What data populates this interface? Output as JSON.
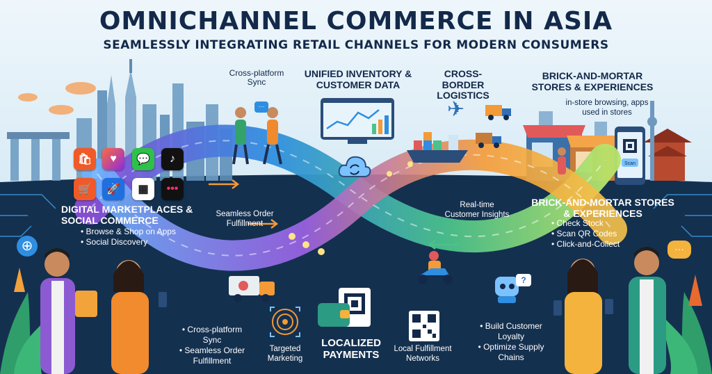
{
  "header": {
    "title": "OMNICHANNEL COMMERCE IN ASIA",
    "subtitle": "SEAMLESSLY INTEGRATING RETAIL CHANNELS FOR MODERN CONSUMERS"
  },
  "top": {
    "cross_platform_sync": "Cross-platform Sync",
    "unified_inventory": "UNIFIED INVENTORY & CUSTOMER DATA",
    "cross_border": "CROSS-BORDER LOGISTICS",
    "brick_top": "BRICK-AND-MORTAR STORES & EXPERIENCES",
    "brick_top_note": "in-store browsing, apps used in stores"
  },
  "qr_scan_label": "Scan",
  "left": {
    "heading": "DIGITAL MARKETPLACES & SOCIAL COMMERCE",
    "bullets": [
      "Browse & Shop on Apps",
      "Social Discovery"
    ]
  },
  "center": {
    "seamless_order": "Seamless Order Fulfillment",
    "realtime": "Real-time Customer Insights"
  },
  "right": {
    "heading": "BRICK-AND-MORTAR STORES & EXPERIENCES",
    "bullets": [
      "Check Stock",
      "Scan QR Codes",
      "Click-and-Collect"
    ]
  },
  "bottom": {
    "cross_platform_sync": "Cross-platform Sync",
    "seamless_order": "Seamless Order Fulfillment",
    "targeted": "Targeted Marketing",
    "localized": "LOCALIZED PAYMENTS",
    "local_fulfillment": "Local Fulfillment Networks",
    "build_loyalty": "Build Customer Loyalty",
    "optimize_supply": "Optimize Supply Chains"
  },
  "colors": {
    "navy": "#13294a",
    "flow_blue": "#2f8ee0",
    "flow_purple": "#8a4fd6",
    "flow_green": "#4cc28a",
    "flow_orange": "#f49a36"
  },
  "icons": [
    "shopee-icon",
    "lazada-icon",
    "wechat-icon",
    "tiktok-icon",
    "cart-icon",
    "rocket-icon",
    "qr-code-icon",
    "dots-icon",
    "globe-icon",
    "chat-bubble-icon",
    "cloud-sync-icon",
    "dashboard-icon",
    "ship-icon",
    "plane-icon",
    "truck-icon",
    "scooter-icon",
    "wallet-icon",
    "target-icon",
    "robot-icon"
  ]
}
